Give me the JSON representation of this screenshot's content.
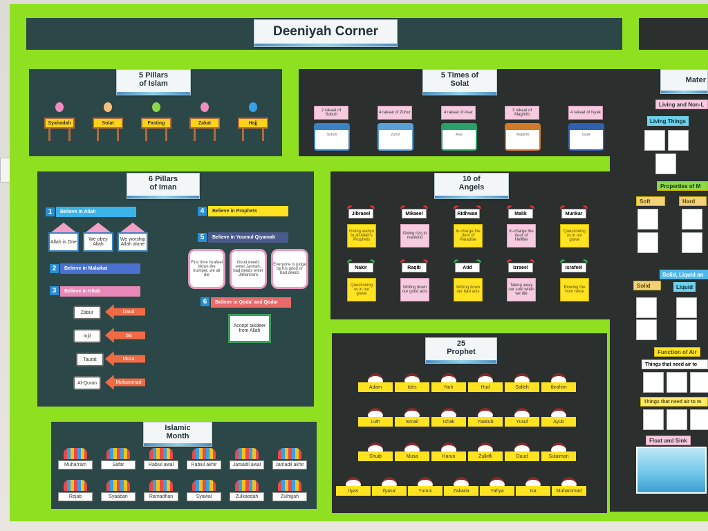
{
  "main_title": "Deeniyah Corner",
  "pillars_islam": {
    "title": "5 Pillars\nof Islam",
    "items": [
      "Syahadah",
      "Solat",
      "Fasting",
      "Zakat",
      "Hajj"
    ]
  },
  "solat": {
    "title": "5 Times of\nSolat",
    "items": [
      {
        "tag": "2 rakaat of Subuh",
        "name": "Subuh"
      },
      {
        "tag": "4 rakaat of Zuhur",
        "name": "Zuhur"
      },
      {
        "tag": "4 rakaat of Asar",
        "name": "Asar"
      },
      {
        "tag": "3 rakaat of Maghrib",
        "name": "Maghrib"
      },
      {
        "tag": "4 rakaat of Isyak",
        "name": "Isyak"
      }
    ]
  },
  "iman": {
    "title": "6 Pillars\nof Iman",
    "p1": "Believe in Allah",
    "p1_cards": [
      "Allah is One",
      "We obey Allah",
      "We worship Allah alone"
    ],
    "p2": "Believe in Malaikat",
    "p3": "Believe in Kitab",
    "books": [
      {
        "book": "Zabur",
        "prophet": "Daud"
      },
      {
        "book": "Injil",
        "prophet": "Isa"
      },
      {
        "book": "Taurat",
        "prophet": "Musa"
      },
      {
        "book": "Al-Quran",
        "prophet": "Muhammad"
      }
    ],
    "p4": "Believe in Prophets",
    "p5": "Believe in Youmul Qiyamah",
    "p5_cards": [
      "First time Israfeel blows the trumpet, we all die",
      "Good deeds enter Jannah, bad deeds enter Jahannam",
      "Everyone is judge by his good or bad deeds"
    ],
    "p6": "Believe in Qoda' and Qodar",
    "p6_card": "Accept takdeer from Allah",
    "nums": [
      "1",
      "2",
      "3",
      "4",
      "5",
      "6"
    ]
  },
  "angels": {
    "title": "10 of\nAngels",
    "row1": [
      {
        "name": "Jibraeel",
        "desc": "Giving wahyu to all Allah's Prophets"
      },
      {
        "name": "Mikaeel",
        "desc": "Giving rizq to mankind"
      },
      {
        "name": "Ridhwan",
        "desc": "In-charge the door of Paradise"
      },
      {
        "name": "Malik",
        "desc": "In-charge the door of Hellfire"
      },
      {
        "name": "Munkar",
        "desc": "Questioning us in our grave"
      }
    ],
    "row2": [
      {
        "name": "Nakir",
        "desc": "Questioning us in our grave"
      },
      {
        "name": "Raqib",
        "desc": "Writing down our good acts"
      },
      {
        "name": "Atid",
        "desc": "Writing down our bad acts"
      },
      {
        "name": "Izraeel",
        "desc": "Taking away our soul when we die"
      },
      {
        "name": "Israfeel",
        "desc": "Blowing the horn twice"
      }
    ]
  },
  "prophets": {
    "title": "25\nProphet",
    "rows": [
      [
        "Adam",
        "Idris",
        "Nuh",
        "Hud",
        "Salleh",
        "Ibrahim"
      ],
      [
        "Luth",
        "Ismail",
        "Ishak",
        "Yaakub",
        "Yusuf",
        "Ayub"
      ],
      [
        "Shuib",
        "Musa",
        "Harun",
        "Zulkifli",
        "Daud",
        "Sulaiman"
      ],
      [
        "Ilyas",
        "Ilyasa'",
        "Yunus",
        "Zakaria",
        "Yahya",
        "Isa",
        "Muhammad"
      ]
    ]
  },
  "months": {
    "title": "Islamic\nMonth",
    "row1": [
      "Muharram",
      "Safar",
      "Rabiul awal",
      "Rabiul akhir",
      "Jamadil awal",
      "Jamadil akhir"
    ],
    "row2": [
      "Rejab",
      "Syaaban",
      "Ramadhan",
      "Syawal",
      "Zulkaedah",
      "Zulhijjah"
    ]
  },
  "material": {
    "title": "Mater",
    "living": "Living and Non-L",
    "living_things": "Living Things",
    "properties": "Properties of M",
    "soft": "Soft",
    "hard": "Hard",
    "states": "Solid, Liquid an",
    "solid": "Solid",
    "liquid": "Liquid",
    "air": "Function of Air",
    "need_air1": "Things that need air to",
    "need_air2": "Things that need air to m",
    "float": "Float and Sink"
  }
}
